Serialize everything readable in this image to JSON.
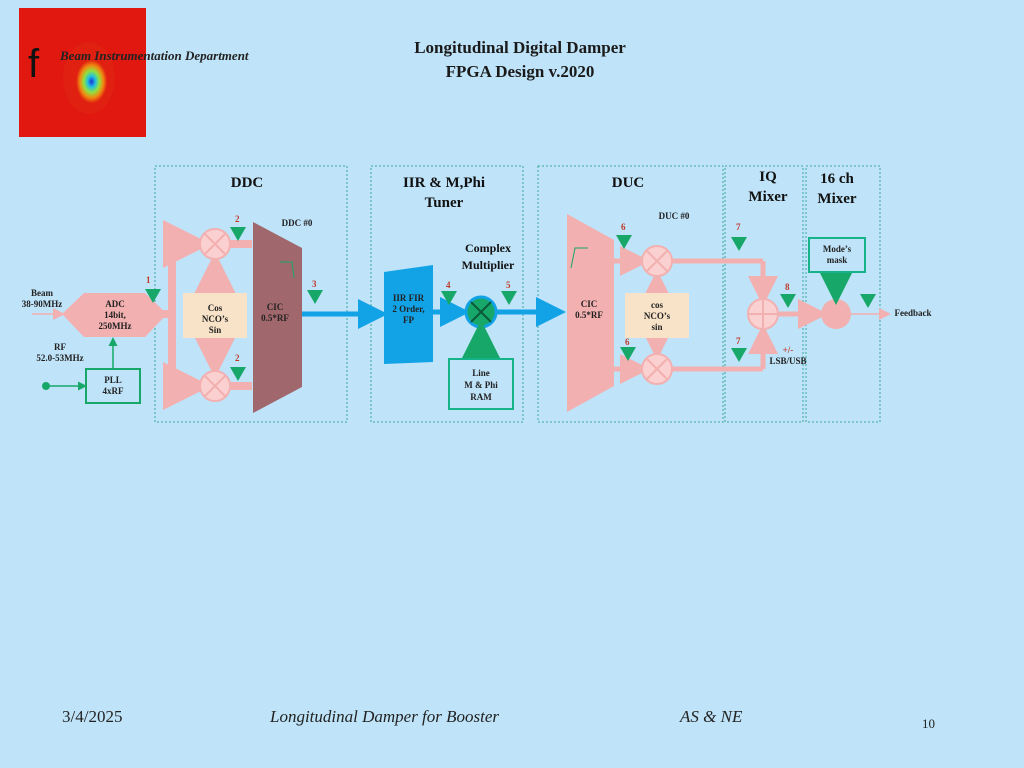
{
  "header": {
    "title_line1": "Longitudinal Digital Damper",
    "title_line2": "FPGA Design v.2020",
    "department": "Beam Instrumentation Department",
    "logo_letter": "f"
  },
  "sections": {
    "ddc": "DDC",
    "iir_line1": "IIR & M,Phi",
    "iir_line2": "Tuner",
    "duc": "DUC",
    "iq_line1": "IQ",
    "iq_line2": "Mixer",
    "mix16_line1": "16 ch",
    "mix16_line2": "Mixer"
  },
  "blocks": {
    "beam_line1": "Beam",
    "beam_line2": "38-90MHz",
    "adc_line1": "ADC",
    "adc_line2": "14bit,",
    "adc_line3": "250MHz",
    "rf_line1": "RF",
    "rf_line2": "52.0-53MHz",
    "pll_line1": "PLL",
    "pll_line2": "4xRF",
    "ddc_nco_line1": "Cos",
    "ddc_nco_line2": "NCO’s",
    "ddc_nco_line3": "Sin",
    "ddc_cic_line1": "CIC",
    "ddc_cic_line2": "0.5*RF",
    "ddc_id": "DDC #0",
    "complex_line1": "Complex",
    "complex_line2": "Multiplier",
    "iir_fir_line1": "IIR FIR",
    "iir_fir_line2": "2 Order,",
    "iir_fir_line3": "FP",
    "ram_line1": "Line",
    "ram_line2": "M & Phi",
    "ram_line3": "RAM",
    "duc_id": "DUC #0",
    "duc_cic_line1": "CIC",
    "duc_cic_line2": "0.5*RF",
    "duc_nco_line1": "cos",
    "duc_nco_line2": "NCO’s",
    "duc_nco_line3": "sin",
    "pm_label": "+/-",
    "lsb_usb": "LSB/USB",
    "mode_line1": "Mode’s",
    "mode_line2": "mask",
    "feedback": "Feedback"
  },
  "probes": {
    "p1": "1",
    "p2a": "2",
    "p2b": "2",
    "p3": "3",
    "p4": "4",
    "p5": "5",
    "p6a": "6",
    "p6b": "6",
    "p7a": "7",
    "p7b": "7",
    "p8": "8"
  },
  "footer": {
    "date": "3/4/2025",
    "center": "Longitudinal Damper for Booster",
    "authors": "AS & NE",
    "page": "10"
  },
  "colors": {
    "background": "#bfe3f8",
    "pink_path": "#f3b0b0",
    "cic_ddc": "#a0676c",
    "fir_blue": "#12a2e6",
    "nco_box": "#f8e3c8",
    "probe_green": "#17a869",
    "box_border": "#16b28a",
    "section_border": "#3aa89a"
  }
}
